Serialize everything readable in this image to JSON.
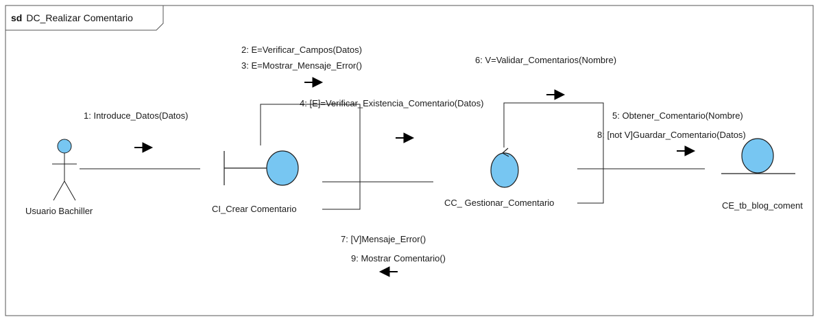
{
  "frame": {
    "keyword": "sd",
    "name": "DC_Realizar Comentario"
  },
  "objects": {
    "actor": {
      "label": "Usuario Bachiller",
      "kind": "actor"
    },
    "boundary": {
      "label": "CI_Crear Comentario",
      "kind": "boundary"
    },
    "control": {
      "label": "CC_ Gestionar_Comentario",
      "kind": "control"
    },
    "entity": {
      "label": "CE_tb_blog_coment",
      "kind": "entity"
    }
  },
  "messages": {
    "m1": "1: Introduce_Datos(Datos)",
    "m2": "2: E=Verificar_Campos(Datos)",
    "m3": "3: E=Mostrar_Mensaje_Error()",
    "m4": "4: [E]=Verificar_Existencia_Comentario(Datos)",
    "m5": "5: Obtener_Comentario(Nombre)",
    "m6": "6: V=Validar_Comentarios(Nombre)",
    "m7": "7: [V]Mensaje_Error()",
    "m8": "8: [not V]Guardar_Comentario(Datos)",
    "m9": "9: Mostrar Comentario()"
  },
  "colors": {
    "fill": "#77c6f2",
    "stroke": "#1c1c1c",
    "frame": "#333333",
    "background": "#ffffff"
  }
}
